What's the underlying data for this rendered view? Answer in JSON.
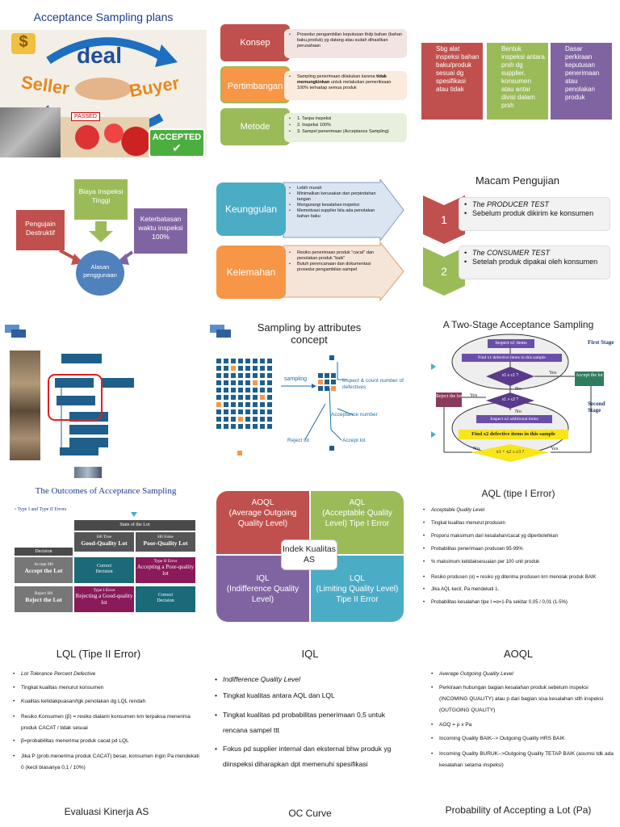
{
  "s1": {
    "title": "Acceptance Sampling plans",
    "logo": "deal",
    "seller": "Seller",
    "buyer": "Buyer",
    "passed": "PASSED",
    "accepted": "ACCEPTED",
    "dollar": "$"
  },
  "s2": {
    "rows": [
      {
        "label": "Konsep",
        "text": "Prosedur pengambilan keputusan thdp bahan (bahan baku,produk) yg datang atau sudah dihasilkan perusahaan"
      },
      {
        "label": "Pertimbangan",
        "text_a": "Sampling penerimaan dilakukan karena ",
        "text_b": "tidak memungkinkan",
        "text_c": " untuk melakukan pemeriksaan 100% terhadap semua produk"
      },
      {
        "label": "Metode",
        "items": [
          "1. Tanpa inspeksi",
          "2. Inspeksi 100%",
          "3. Sampel penerimaan (Acceptance Sampling)"
        ]
      }
    ]
  },
  "s3": {
    "boxes": [
      "Sbg alat inspeksi bahan baku/produk sesuai dg spesifikasi atau tidak",
      "Bentuk inspeksi antara prsh dg supplier, konsumen atau antar divisi dalam prsh",
      "Dasar perkiraan keputusan penerimaan atau penolakan produk"
    ]
  },
  "s4": {
    "top": "Biaya Inspeksi Tinggi",
    "left": "Pengujain Destruktif",
    "right": "Keterbatasan waktu inspeksi 100%",
    "center": "Alasan penggunaan"
  },
  "s5": {
    "adv_label": "Keunggulan",
    "adv": [
      "Lebih murah",
      "Minimalkan kerusakan dan perpindahan tangan",
      "Mengurangi kesalahan inspeksi",
      "Memotivasi supplier bila ada penolakan bahan baku"
    ],
    "dis_label": "Kelemahan",
    "dis": [
      "Resiko penerimaan produk \"cacat\" dan penolakan produk \"baik\"",
      "Butuh perencanaan dan dokumentasi prosedur pengambilan sampel"
    ]
  },
  "s6": {
    "title": "Macam Pengujian",
    "n1": "1",
    "t1": "The PRODUCER TEST",
    "d1": "Sebelum produk dikirim ke konsumen",
    "n2": "2",
    "t2": "The CONSUMER TEST",
    "d2": "Setelah produk dipakai oleh konsumen"
  },
  "s8": {
    "title": "Sampling by attributes concept",
    "sampling": "sampling",
    "inspect": "Inspect & count number of defectives",
    "acc_num": "Acceptance number",
    "reject": "Reject lot",
    "accept": "Accept lot"
  },
  "s9": {
    "title": "A Two-Stage Acceptance Sampling",
    "first": "First Stage",
    "second": "Second Stage",
    "inspect1": "Inspect n1 items",
    "find1": "Find x1 defective items in this sample",
    "cond1": "x1 ≤ c1 ?",
    "cond2": "x1 > c2 ?",
    "accept": "Accept the lot",
    "reject": "Reject the lot",
    "inspect2": "Inspect n2 additional items",
    "find2": "Find x2 defective items in this sample",
    "cond3": "x1 + x2 ≤ c3 ?",
    "yes": "Yes",
    "no": "No"
  },
  "s10": {
    "title": "The Outcomes of Acceptance Sampling",
    "subtitle": "Type I and Type II Errors",
    "state": "State of the Lot",
    "decision": "Decision",
    "h0t": "H0 True",
    "h0t2": "Good-Quality Lot",
    "h0f": "H0 False",
    "h0f2": "Poor-Quality Lot",
    "acc": "Accept H0",
    "acc2": "Accept the Lot",
    "rej": "Reject H0",
    "rej2": "Reject the Lot",
    "cd": "Correct Decision",
    "t2": "Type II Error",
    "t2b": "Accepting a Poor-quality lot",
    "t1": "Type I Error",
    "t1b": "Rejecting a Good-quality lot",
    "cd2": "Correct Decision"
  },
  "s11": {
    "q1": "AOQL\n(Average Outgoing Quality Level)",
    "q2": "AQL\n(Acceptable Quality Level) Tipe I Error",
    "q3": "IQL\n(Indifference Quality Level)",
    "q4": "LQL\n(Limiting Quality Level) Tipe II Error",
    "center": "Indek Kualitas AS",
    "c1": "#c0504d",
    "c2": "#9bbb59",
    "c3": "#8064a2",
    "c4": "#4bacc6"
  },
  "s12": {
    "title": "AQL (tipe I Error)",
    "items": [
      "Acceptable Quality Level",
      "Tingkat kualitas menurut produsen",
      "Proporsi maksimum dari kesalahan/cacat yg diperbolehkan",
      "Probabilitas penerimaan produsen 95-99%",
      "% maksimum ketidaksesuaian per 100 unit produk",
      "Resiko produsen (α) = resiko yg diterima produsen krn menolak produk BAIK",
      "Jika AQL kecil, Pa mendekati 1.",
      "Probabilitas kesalahan tipe I =α=1-Pa sekitar 0,05 / 0,01   (1-5%)"
    ]
  },
  "s13": {
    "title": "LQL (Tipe II Error)",
    "items": [
      "Lot Tolerance Percent Defective",
      "Tingkat kualitas menurut  konsumen",
      "Kualitas ketidakpuasan/tgk penolakan dg LQL rendah",
      "Resiko Konsumen (β) = resiko dialami konsumen krn terpaksa menerima produk CACAT / tidak sesuai",
      "β=probabilitas menerima produk cacat pd LQL",
      "Jika P (prob.menerima produk CACAT) besar, konsumen ingin Pa mendekati 0 (kecil biasanya 0,1 / 10%)"
    ]
  },
  "s14": {
    "title": "IQL",
    "items": [
      "Indifference Quality Level",
      "Tingkat kualitas antara AQL dan LQL",
      "Tingkat kualitas pd probabilitas penerimaan 0,5 untuk rencana sampel ttt",
      "Fokus pd supplier internal dan eksternal bhw produk yg diinspeksi diharapkan dpt memenuhi spesifikasi"
    ]
  },
  "s15": {
    "title": "AOQL",
    "items": [
      "Average Outgoing Quality Level",
      "Perkiraan hubungan bagian kesalahan produk sebelum inspeksi (INCOMING QUALITY) atau p dari bagian sisa kesalahan stlh inspeksi (OUTGOING QUALITY)",
      "AOQ = p x Pa",
      "Incoming Quality BAIK--> Outgoing Quality HRS BAIK",
      "Incoming Quality BURUK-->Outgoing Quality TETAP BAIK (asumsi tdk ada kesalahan selama inspeksi)"
    ]
  },
  "s16": {
    "title": "Evaluasi Kinerja AS"
  },
  "s17": {
    "title": "OC Curve"
  },
  "s18": {
    "title": "Probability of Accepting a Lot (Pa)"
  }
}
